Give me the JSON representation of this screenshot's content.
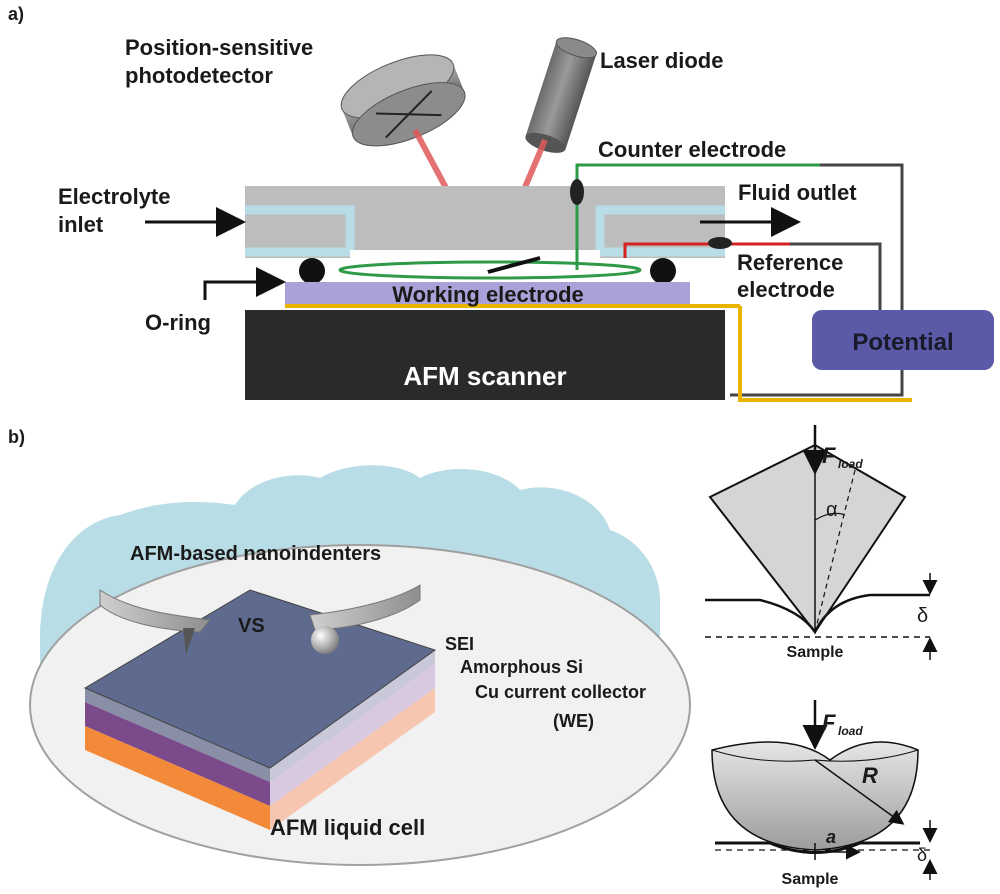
{
  "panel_a": {
    "tag": "a)",
    "psd_line1": "Position-sensitive",
    "psd_line2": "photodetector",
    "laser": "Laser diode",
    "counter": "Counter electrode",
    "fluid_outlet": "Fluid outlet",
    "inlet_line1": "Electrolyte",
    "inlet_line2": "inlet",
    "reference_line1": "Reference",
    "reference_line2": "electrode",
    "oring": "O-ring",
    "working": "Working electrode",
    "potential": "Potential",
    "scanner": "AFM scanner"
  },
  "panel_b": {
    "tag": "b)",
    "nanoindenters": "AFM-based nanoindenters",
    "vs": "VS",
    "sei": "SEI",
    "amorphous": "Amorphous Si",
    "cu": "Cu current collector",
    "we": "(WE)",
    "liquid_cell": "AFM liquid cell",
    "f_load_1": "F",
    "f_load_1_sub": "load",
    "alpha": "α",
    "delta_1": "δ",
    "sample_1": "Sample",
    "f_load_2": "F",
    "f_load_2_sub": "load",
    "r": "R",
    "a": "a",
    "delta_2": "δ",
    "sample_2": "Sample"
  },
  "colors": {
    "laser": "#e05a5a",
    "potential_box": "#5a5aa8",
    "scanner": "#2a2a2a",
    "cell_body": "#bdbdbd",
    "liquid_blue": "#b9dde6",
    "green_wire": "#2e9a48",
    "red_wire": "#d22222",
    "yellow_wire": "#e8b400",
    "working_layer": "#a9a2d8"
  }
}
